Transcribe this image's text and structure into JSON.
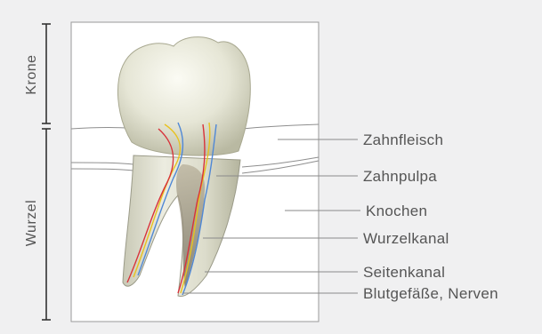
{
  "sections": {
    "crown": "Krone",
    "root": "Wurzel"
  },
  "labels": [
    {
      "id": "gum",
      "text": "Zahnfleisch"
    },
    {
      "id": "pulp",
      "text": "Zahnpulpa"
    },
    {
      "id": "bone",
      "text": "Knochen"
    },
    {
      "id": "root-canal",
      "text": "Wurzelkanal"
    },
    {
      "id": "lateral-canal",
      "text": "Seitenkanal"
    },
    {
      "id": "vessels",
      "text": "Blutgefäße, Nerven"
    }
  ],
  "colors": {
    "background": "#f0f0f1",
    "panel": "#ffffff",
    "text": "#555555",
    "leader": "#8a8a8a",
    "vessel-red": "#d8323a",
    "vessel-blue": "#4f88d6",
    "nerve-yellow": "#e8c21e"
  }
}
